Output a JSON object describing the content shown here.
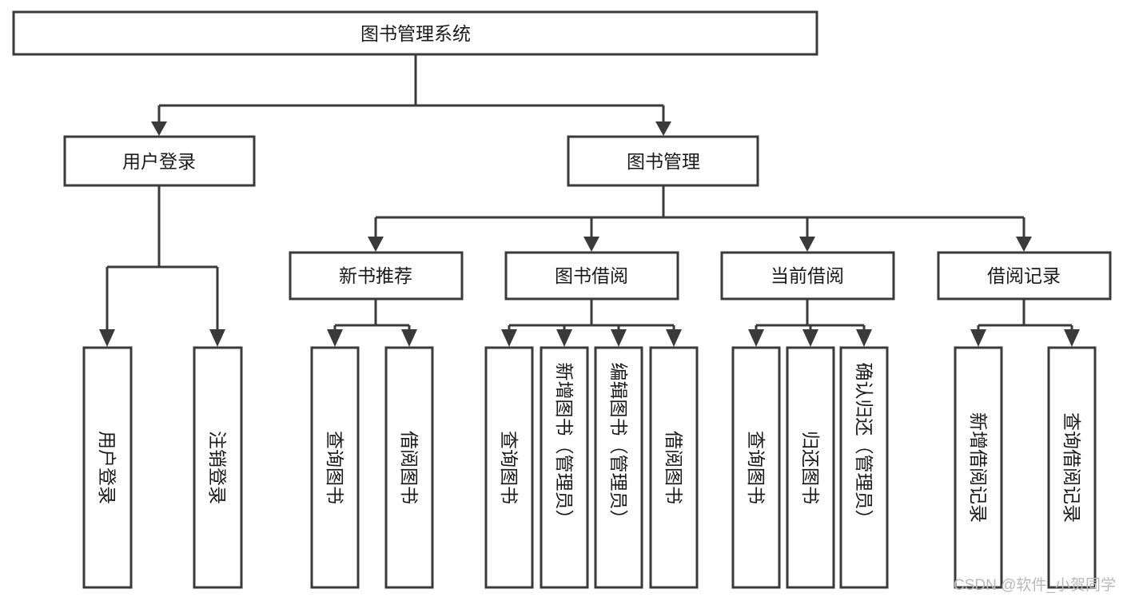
{
  "diagram": {
    "title": "图书管理系统",
    "type": "tree-hierarchy",
    "watermark": "CSDN @软件_小贺同学",
    "colors": {
      "box_stroke": "#3a3a3a",
      "box_fill": "#ffffff",
      "text": "#1a1a1a",
      "connector": "#3a3a3a",
      "watermark": "#b9b9b9",
      "background": "#ffffff"
    },
    "root": {
      "label": "图书管理系统"
    },
    "level2": [
      {
        "label": "用户登录"
      },
      {
        "label": "图书管理"
      }
    ],
    "level3": [
      {
        "label": "新书推荐"
      },
      {
        "label": "图书借阅"
      },
      {
        "label": "当前借阅"
      },
      {
        "label": "借阅记录"
      }
    ],
    "leaves": {
      "user_login": [
        {
          "label": "用户登录"
        },
        {
          "label": "注销登录"
        }
      ],
      "new_book_recommend": [
        {
          "label": "查询图书"
        },
        {
          "label": "借阅图书"
        }
      ],
      "book_borrow": [
        {
          "label": "查询图书"
        },
        {
          "label": "新增图书（管理员）"
        },
        {
          "label": "编辑图书（管理员）"
        },
        {
          "label": "借阅图书"
        }
      ],
      "current_borrow": [
        {
          "label": "查询图书"
        },
        {
          "label": "归还图书"
        },
        {
          "label": "确认归还（管理员）"
        }
      ],
      "borrow_record": [
        {
          "label": "新增借阅记录"
        },
        {
          "label": "查询借阅记录"
        }
      ]
    }
  }
}
